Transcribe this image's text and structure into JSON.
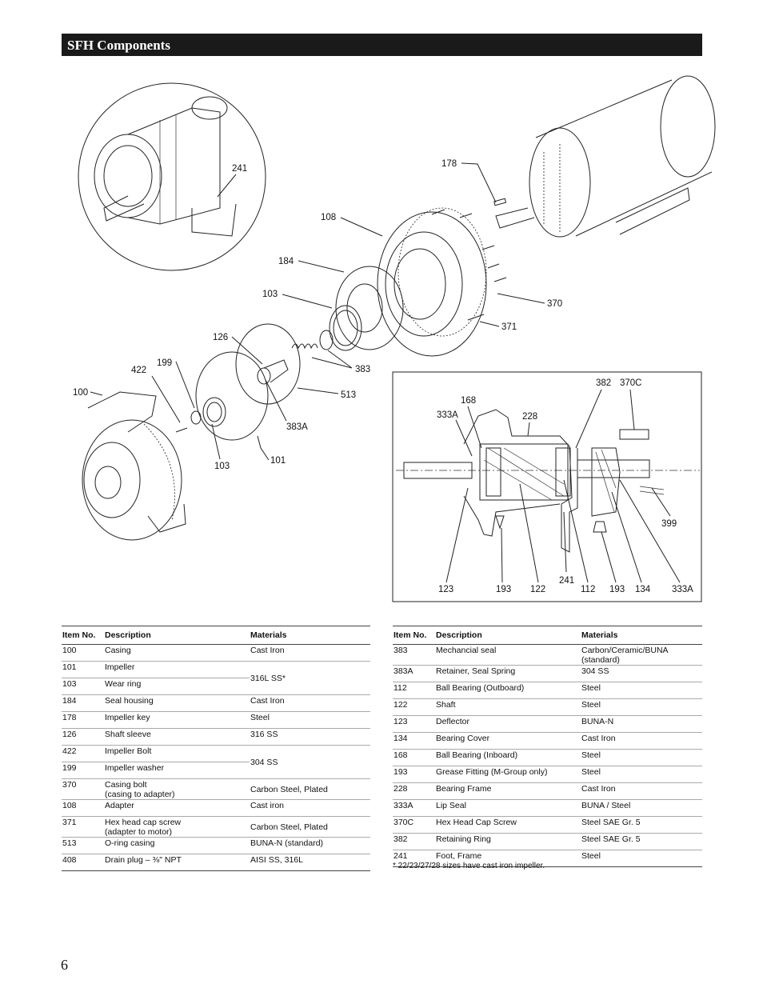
{
  "header": {
    "title": "SFH Components"
  },
  "callouts": {
    "n241": "241",
    "n178": "178",
    "n108": "108",
    "n184": "184",
    "n103a": "103",
    "n370": "370",
    "n371": "371",
    "n126": "126",
    "n422": "422",
    "n199": "199",
    "n383": "383",
    "n100": "100",
    "n513": "513",
    "n383A": "383A",
    "n101": "101",
    "n103b": "103"
  },
  "detail": {
    "n382": "382",
    "n370C": "370C",
    "n168": "168",
    "n333Aa": "333A",
    "n228": "228",
    "n399": "399",
    "n123": "123",
    "n193a": "193",
    "n122": "122",
    "n241": "241",
    "n112": "112",
    "n193b": "193",
    "n134": "134",
    "n333Ab": "333A"
  },
  "table_left": {
    "headers": [
      "Item No.",
      "Description",
      "Materials"
    ],
    "rows": [
      {
        "item": "100",
        "desc": "Casing",
        "mat": "Cast Iron"
      },
      {
        "item": "101",
        "desc": "Impeller",
        "mat": "316L SS*"
      },
      {
        "item": "103",
        "desc": "Wear ring",
        "mat": ""
      },
      {
        "item": "184",
        "desc": "Seal housing",
        "mat": "Cast Iron"
      },
      {
        "item": "178",
        "desc": "Impeller key",
        "mat": "Steel"
      },
      {
        "item": "126",
        "desc": "Shaft sleeve",
        "mat": "316 SS"
      },
      {
        "item": "422",
        "desc": "Impeller Bolt",
        "mat": "304 SS"
      },
      {
        "item": "199",
        "desc": "Impeller washer",
        "mat": ""
      },
      {
        "item": "370",
        "desc": "Casing bolt",
        "desc2": "(casing to adapter)",
        "mat": "Carbon Steel, Plated"
      },
      {
        "item": "108",
        "desc": "Adapter",
        "mat": "Cast iron"
      },
      {
        "item": "371",
        "desc": "Hex head cap screw",
        "desc2": "(adapter to motor)",
        "mat": "Carbon Steel, Plated"
      },
      {
        "item": "513",
        "desc": "O-ring casing",
        "mat": "BUNA-N (standard)"
      },
      {
        "item": "408",
        "desc": "Drain plug – ⅜\" NPT",
        "mat": "AISI SS, 316L"
      }
    ]
  },
  "table_right": {
    "headers": [
      "Item No.",
      "Description",
      "Materials"
    ],
    "rows": [
      {
        "item": "383",
        "desc": "Mechancial seal",
        "mat": "Carbon/Ceramic/BUNA (standard)"
      },
      {
        "item": "383A",
        "desc": "Retainer, Seal Spring",
        "mat": "304 SS"
      },
      {
        "item": "112",
        "desc": "Ball Bearing (Outboard)",
        "mat": "Steel"
      },
      {
        "item": "122",
        "desc": "Shaft",
        "mat": "Steel"
      },
      {
        "item": "123",
        "desc": "Deflector",
        "mat": "BUNA-N"
      },
      {
        "item": "134",
        "desc": "Bearing Cover",
        "mat": "Cast Iron"
      },
      {
        "item": "168",
        "desc": "Ball Bearing (Inboard)",
        "mat": "Steel"
      },
      {
        "item": "193",
        "desc": "Grease Fitting (M-Group only)",
        "mat": "Steel"
      },
      {
        "item": "228",
        "desc": "Bearing Frame",
        "mat": "Cast Iron"
      },
      {
        "item": "333A",
        "desc": "Lip Seal",
        "mat": "BUNA / Steel"
      },
      {
        "item": "370C",
        "desc": "Hex Head Cap Screw",
        "mat": "Steel SAE Gr. 5"
      },
      {
        "item": "382",
        "desc": "Retaining Ring",
        "mat": "Steel SAE Gr. 5"
      },
      {
        "item": "241",
        "desc": "Foot, Frame",
        "mat": "Steel"
      }
    ]
  },
  "footnote": "* 22/23/27/28 sizes have cast iron impeller.",
  "page_number": "6"
}
